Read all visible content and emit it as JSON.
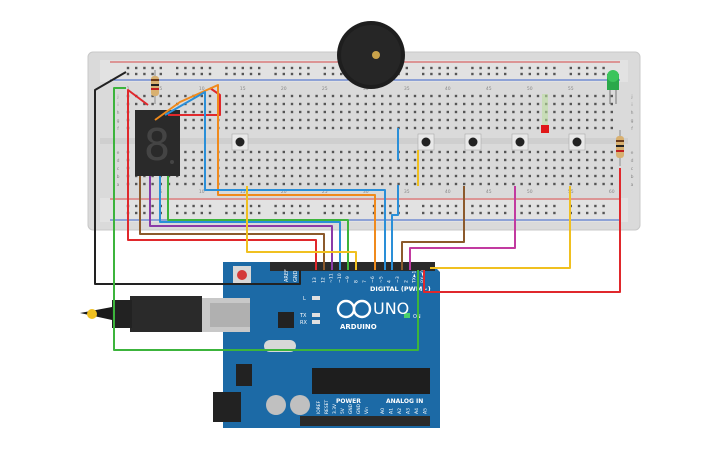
{
  "board": {
    "aref": "AREF",
    "gnd": "GND",
    "pins_digital": [
      "13",
      "12",
      "~11",
      "~10",
      "~9",
      "8",
      "7",
      "~6",
      "~5",
      "4",
      "~3",
      "2",
      "TX►1",
      "RX◄0"
    ],
    "digital_label": "DIGITAL (PWM~)",
    "brand": "ARDUINO",
    "model": "UNO",
    "led_l": "L",
    "led_tx": "TX",
    "led_rx": "RX",
    "on_label": "ON",
    "power_label": "POWER",
    "analog_label": "ANALOG IN",
    "power_pins": [
      "IOREF",
      "RESET",
      "3.3V",
      "5V",
      "GND",
      "GND",
      "Vin"
    ],
    "analog_pins": [
      "A0",
      "A1",
      "A2",
      "A3",
      "A4",
      "A5"
    ]
  },
  "breadboard": {
    "col_labels_top": [
      "1",
      "5",
      "10",
      "15",
      "20",
      "25",
      "30",
      "35",
      "40",
      "45",
      "50",
      "55",
      "60"
    ],
    "row_letters": [
      "a",
      "b",
      "c",
      "d",
      "e",
      "f",
      "g",
      "h",
      "i",
      "j"
    ]
  },
  "colors": {
    "wire_red": "#e0282c",
    "wire_black": "#222222",
    "wire_green": "#3cb43c",
    "wire_blue": "#2a8fd8",
    "wire_orange": "#f08a1c",
    "wire_purple": "#8a3aa8",
    "wire_brown": "#8c5a2c",
    "wire_magenta": "#c23aa0",
    "wire_yellow": "#f0c020",
    "board_blue": "#1c6aa6",
    "breadboard": "#dcdcdc"
  }
}
